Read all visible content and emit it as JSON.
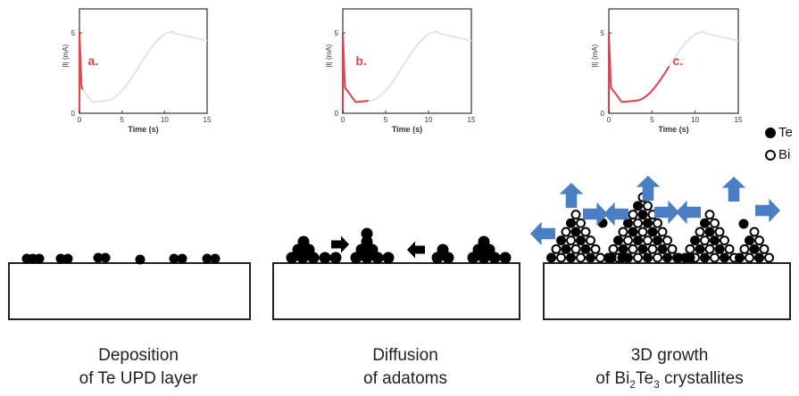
{
  "panels": [
    {
      "label": "a.",
      "plot": {
        "ylabel": "|I| (mA)",
        "xlabel": "Time (s)",
        "xticks": [
          "0",
          "5",
          "10",
          "15"
        ],
        "yticks": [
          "0",
          "5"
        ],
        "xlim": [
          0,
          15
        ],
        "ylim": [
          0,
          6.5
        ],
        "highlight_end": 0.4
      },
      "caption_lines": [
        "Deposition",
        "of Te UPD layer"
      ]
    },
    {
      "label": "b.",
      "plot": {
        "ylabel": "|I| (mA)",
        "xlabel": "Time (s)",
        "xticks": [
          "0",
          "5",
          "10",
          "15"
        ],
        "yticks": [
          "0",
          "5"
        ],
        "xlim": [
          0,
          15
        ],
        "ylim": [
          0,
          6.5
        ],
        "highlight_end": 3
      },
      "caption_lines": [
        "Diffusion",
        "of adatoms"
      ]
    },
    {
      "label": "c.",
      "plot": {
        "ylabel": "|I| (mA)",
        "xlabel": "Time (s)",
        "xticks": [
          "0",
          "5",
          "10",
          "15"
        ],
        "yticks": [
          "0",
          "5"
        ],
        "xlim": [
          0,
          15
        ],
        "ylim": [
          0,
          6.5
        ],
        "highlight_end": 7
      },
      "caption_lines": [
        "3D growth",
        "of Bi",
        "2",
        "Te",
        "3",
        " crystallites"
      ]
    }
  ],
  "legend": [
    {
      "symbol": "filled-circle",
      "label": "Te"
    },
    {
      "symbol": "open-circle",
      "label": "Bi"
    }
  ],
  "colors": {
    "highlight": "#e8404a",
    "faded_curve": "#e6e6e6",
    "arrow": "#4a7fc4",
    "atom": "#000000"
  }
}
